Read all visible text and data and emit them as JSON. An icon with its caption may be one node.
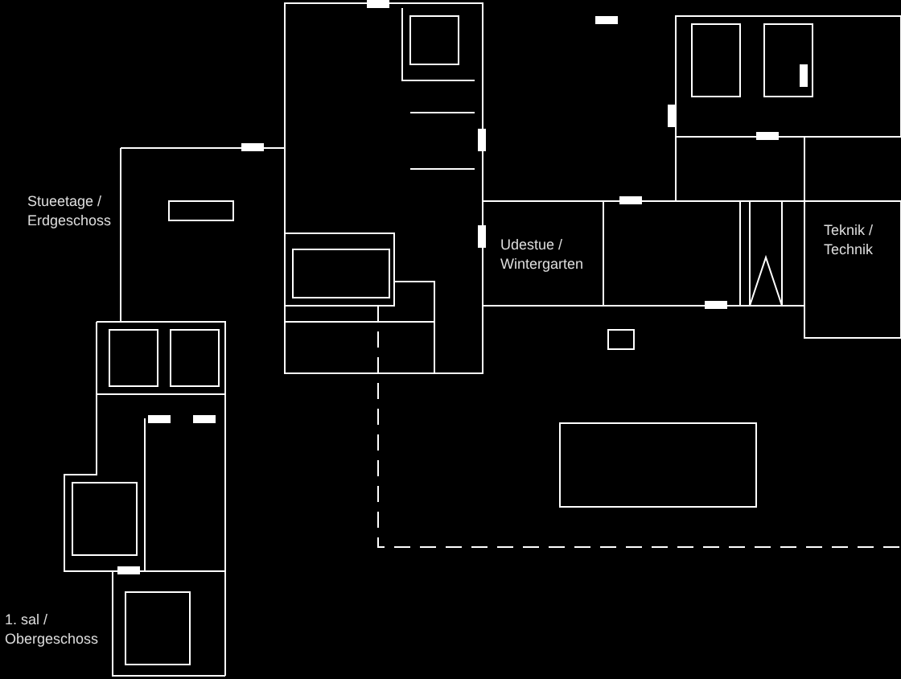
{
  "diagram": {
    "labels": [
      "Stueetage / Erdgeschoss",
      "Udestue / Wintergarten",
      "Teknik / Technik",
      "1. sal / Obergeschoss"
    ]
  }
}
